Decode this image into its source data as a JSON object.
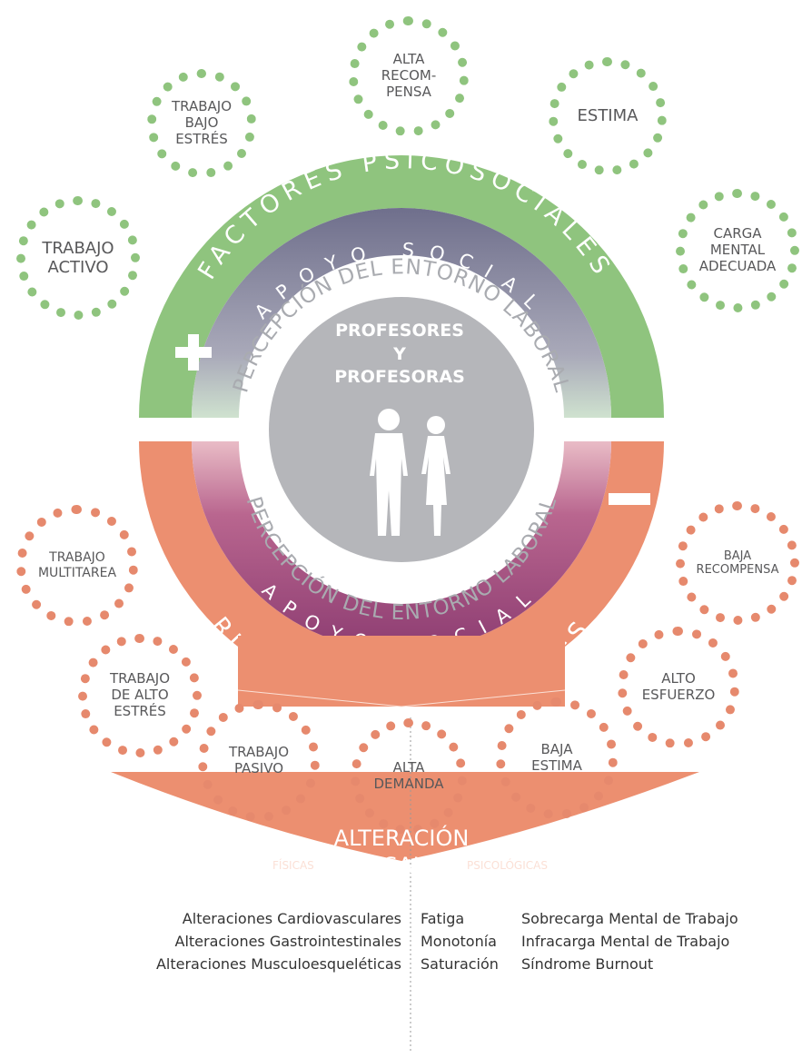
{
  "center": {
    "title": "PROFESORES\nY\nPROFESORAS"
  },
  "arcs": {
    "top_outer": "FACTORES PSICOSOCIALES",
    "top_middle": "APOYO SOCIAL",
    "top_inner": "PERCEPCIÓN DEL ENTORNO LABORAL",
    "bottom_inner": "PERCEPCIÓN DEL ENTORNO LABORAL",
    "bottom_middle": "APOYO SOCIAL",
    "bottom_outer": "RIESGOS PSICOSOCIALES"
  },
  "signs": {
    "plus": "+",
    "minus": "−"
  },
  "positive_factors": [
    "TRABAJO\nBAJO\nESTRÉS",
    "ALTA\nRECOM-\nPENSA",
    "ESTIMA",
    "TRABAJO\nACTIVO",
    "CARGA\nMENTAL\nADECUADA"
  ],
  "negative_factors": [
    "TRABAJO\nMULTITAREA",
    "BAJA\nRECOMPENSA",
    "TRABAJO\nDE ALTO\nESTRÉS",
    "ALTO\nESFUERZO",
    "TRABAJO\nPASIVO",
    "ALTA\nDEMANDA",
    "BAJA\nESTIMA"
  ],
  "health": {
    "title": "ALTERACIÓN\nDE SALUD",
    "physical_label": "FÍSICAS",
    "psych_label": "PSICOLÓGICAS",
    "physical_items": [
      "Alteraciones Cardiovasculares",
      "Alteraciones Gastrointestinales",
      "Alteraciones Musculoesqueléticas"
    ],
    "psych_items_a": [
      "Fatiga",
      "Monotonía",
      "Saturación"
    ],
    "psych_items_b": [
      "Sobrecarga Mental de Trabajo",
      "Infracarga Mental de Trabajo",
      "Síndrome Burnout"
    ]
  },
  "colors": {
    "positive": "#8fc47e",
    "negative": "#e6896d",
    "center": "#b5b6ba",
    "arc_top_middle": "#7f7f96",
    "arc_bottom_middle": "#9a4e7c"
  }
}
